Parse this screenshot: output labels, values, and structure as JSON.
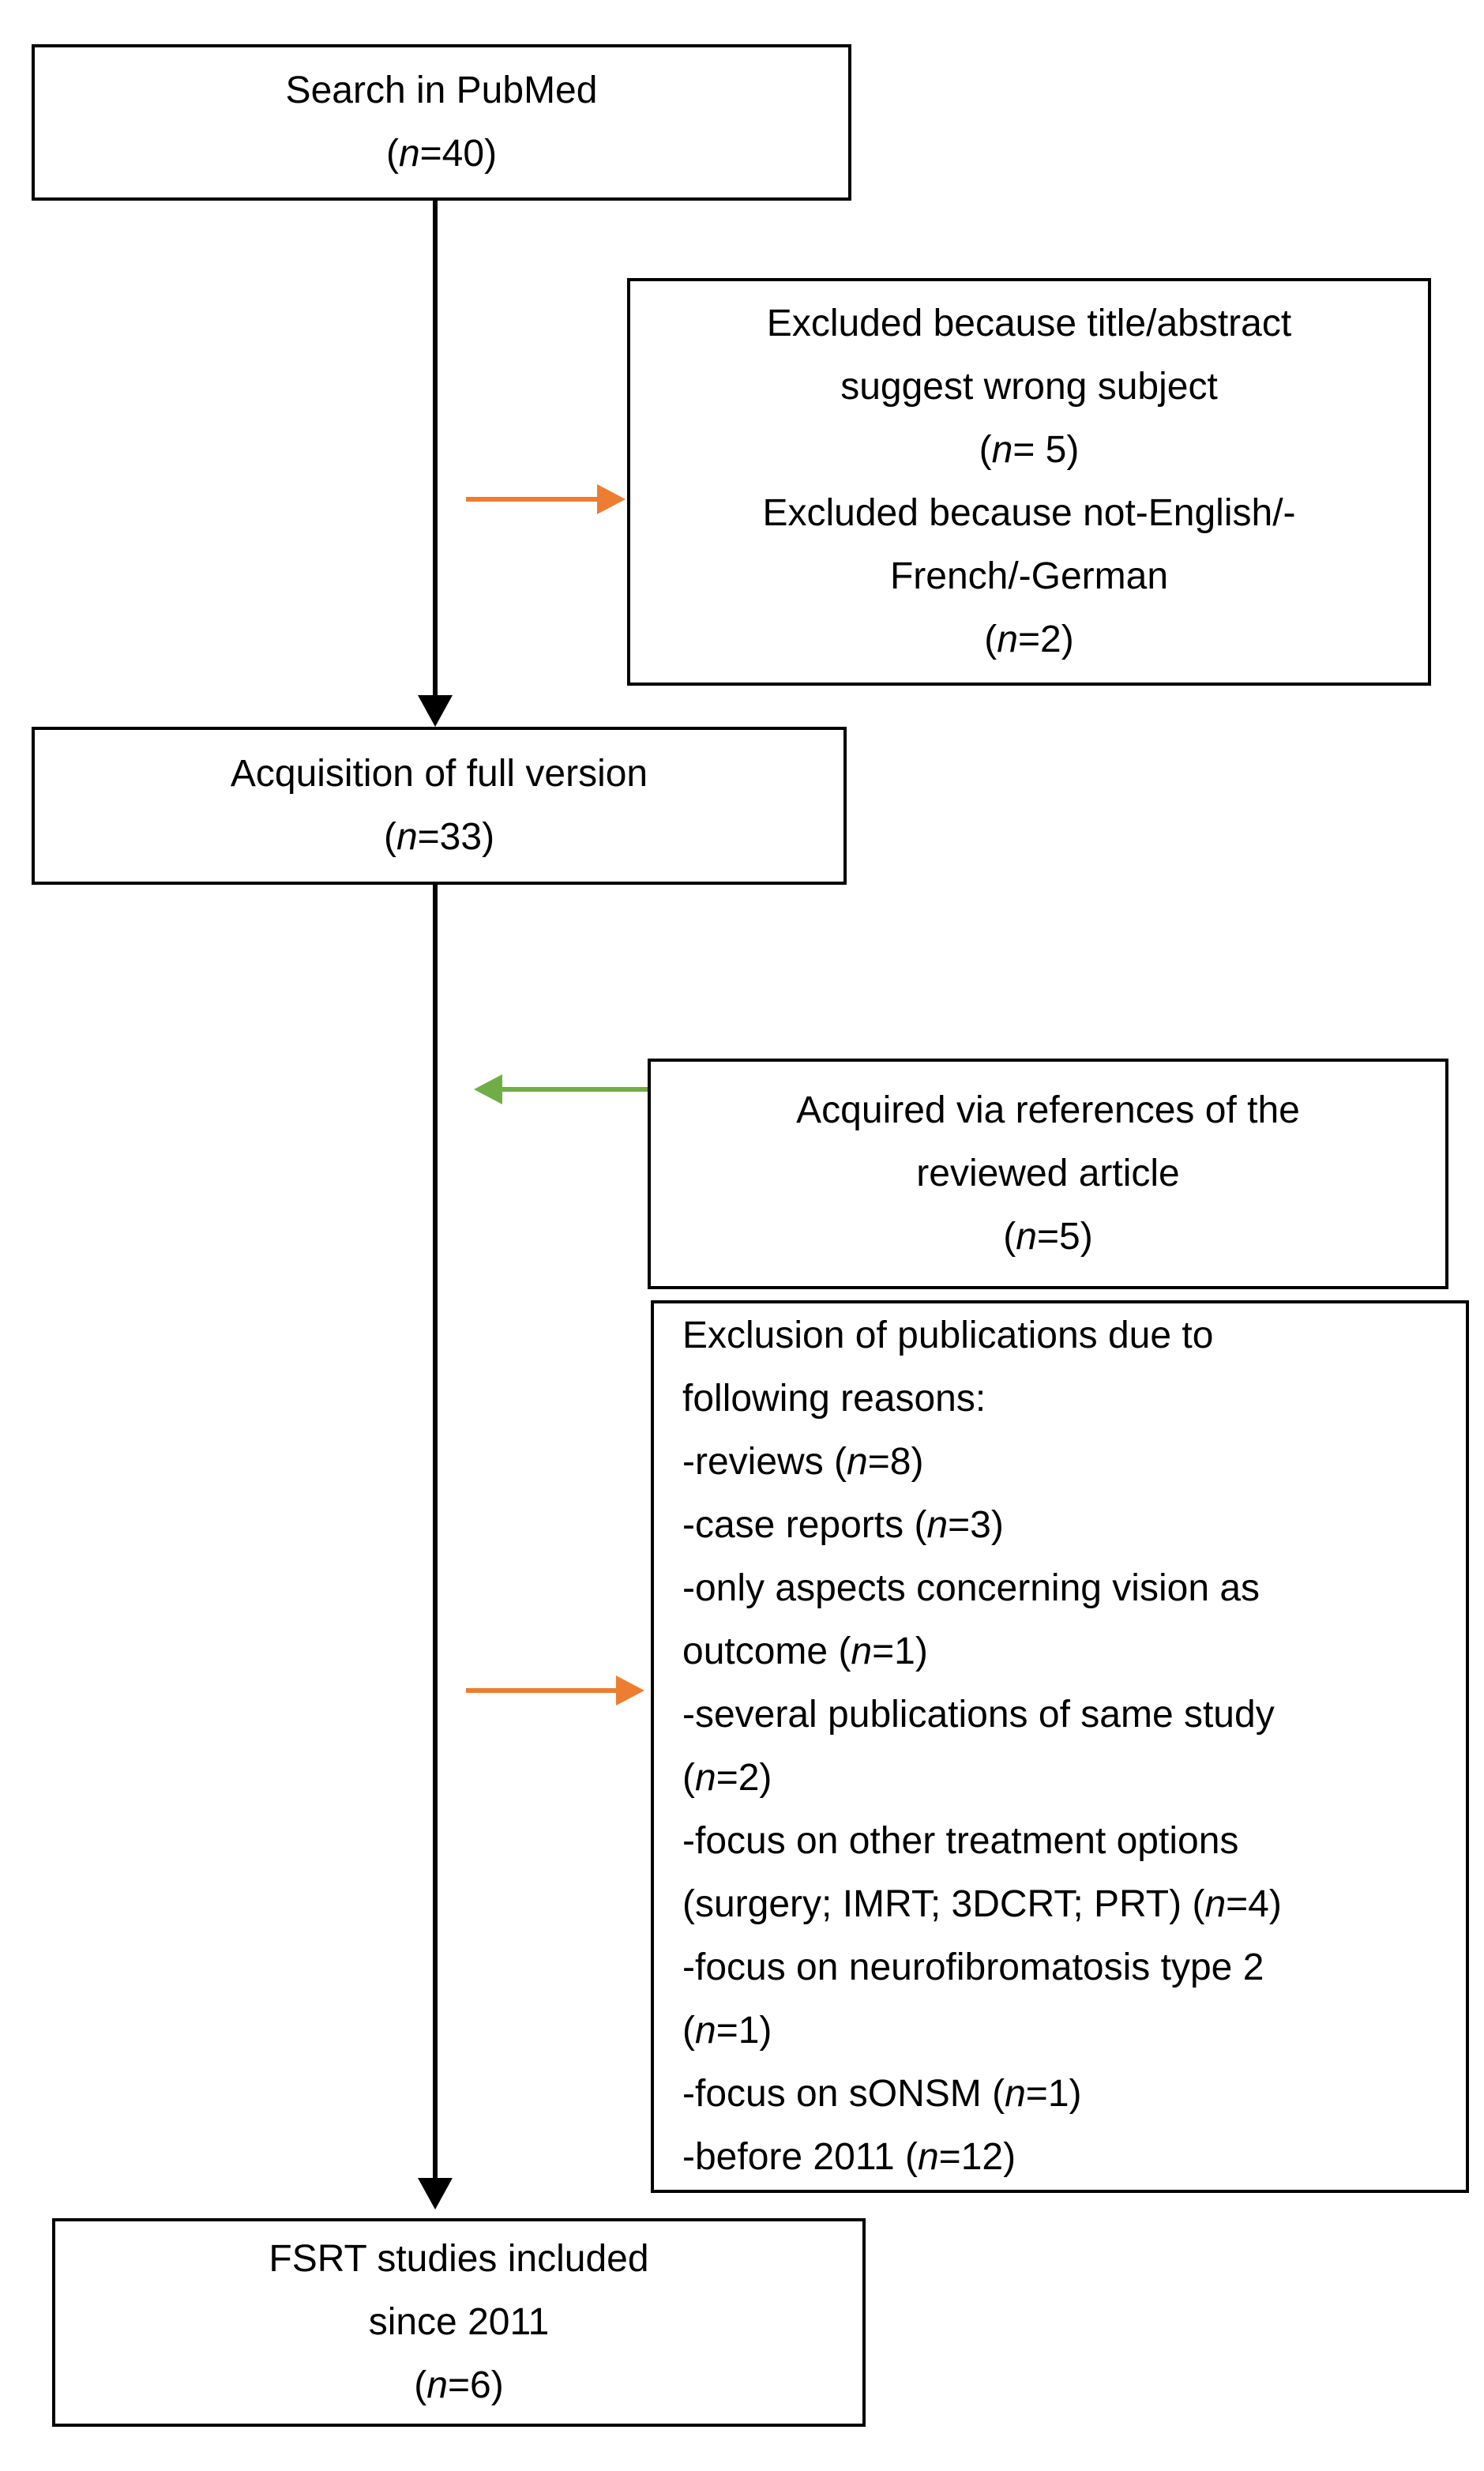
{
  "title": "Study selection flowchart",
  "colors": {
    "box_border": "#000000",
    "text": "#000000",
    "flow_arrow": "#000000",
    "exclude_arrow": "#ED7D31",
    "include_arrow": "#70AD47"
  },
  "boxes": {
    "search": {
      "text": "Search in PubMed\n(n=40)"
    },
    "excluded": {
      "text": "Excluded because title/abstract\nsuggest wrong subject\n(n= 5)\nExcluded because not-English/-\nFrench/-German\n(n=2)"
    },
    "full_version": {
      "text": "Acquisition of full version\n(n=33)"
    },
    "references": {
      "text": "Acquired via references of the\nreviewed article\n(n=5)"
    },
    "exclusion_reasons": {
      "text": "Exclusion of publications due to\nfollowing reasons:\n-reviews (n=8)\n-case reports (n=3)\n-only aspects concerning vision as\noutcome (n=1)\n-several publications of same study\n(n=2)\n-focus on other treatment options\n(surgery; IMRT; 3DCRT; PRT) (n=4)\n-focus on neurofibromatosis type 2\n(n=1)\n-focus on sONSM (n=1)\n-before 2011 (n=12)"
    },
    "included": {
      "text": "FSRT studies included\nsince 2011\n(n=6)"
    }
  }
}
